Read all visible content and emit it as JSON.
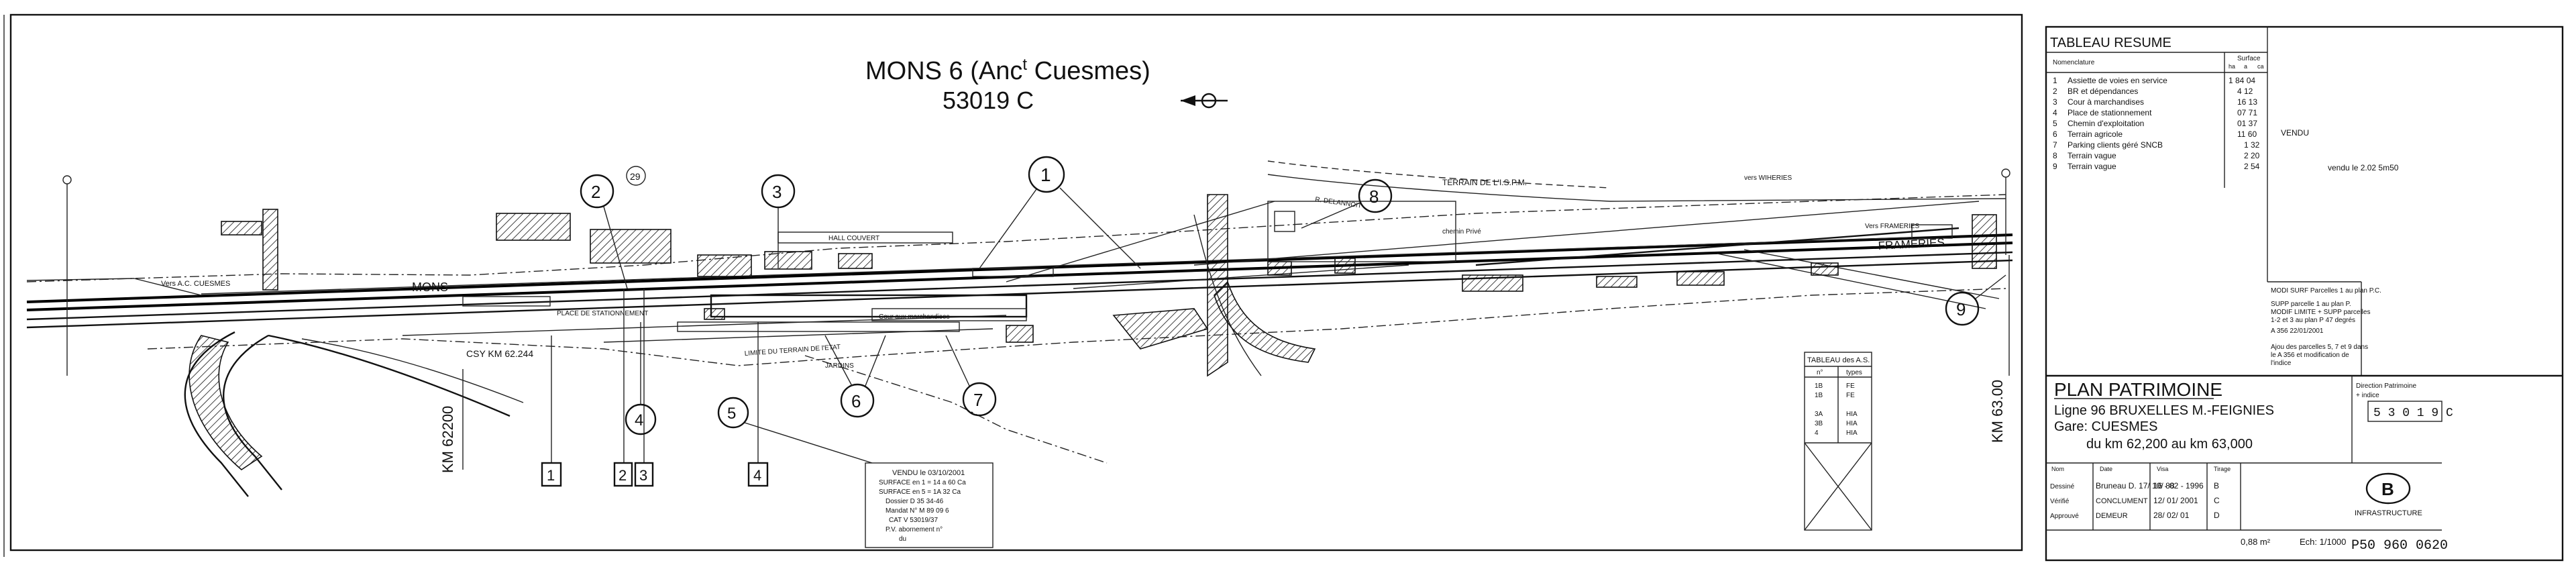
{
  "title": {
    "line1": "MONS 6 (Anc",
    "sup": "t",
    "line1_end": " Cuesmes)",
    "line2": "53019 C"
  },
  "callouts": [
    "1",
    "2",
    "3",
    "4",
    "5",
    "6",
    "7",
    "8",
    "9"
  ],
  "boxed_markers": [
    "1",
    "2",
    "3",
    "4"
  ],
  "circle_small": "29",
  "km_labels": {
    "left": "KM 62200",
    "right": "KM 63.00"
  },
  "map_labels": {
    "mons": "MONS",
    "frameries": "FRAMERIES",
    "terrain_ispm": "TERRAIN DE L'I.S.P.M.",
    "vers_cuesmes": "Vers A.C. CUESMES",
    "cour_marchandises": "Cour aux marchandises",
    "place_stationnement": "PLACE DE STATIONNEMENT",
    "limite_terrain": "LIMITE DU TERRAIN DE l'ETAT",
    "jardins": "JARDINS",
    "csy": "CSY KM 62.244",
    "vers_wasmes": "vers WIHERIES",
    "hall": "HALL COUVERT",
    "delannoit": "R. DELANNOIT",
    "chemin_prive": "chemin Privé",
    "vers_frameries": "Vers FRAMERIES"
  },
  "tableau_as": {
    "title": "TABLEAU des A.S.",
    "headers": [
      "n°",
      "types"
    ],
    "rows": [
      [
        "1B",
        "FE"
      ],
      [
        "1B",
        "FE"
      ],
      [
        "3A",
        "HIA"
      ],
      [
        "3B",
        "HIA"
      ],
      [
        "4",
        "HIA"
      ]
    ]
  },
  "sale_note": {
    "lines": [
      "VENDU le 03/10/2001",
      "SURFACE en 1 = 14 a 60 Ca",
      "SURFACE en 5 = 1A 32 Ca",
      "Dossier  D 35 34-46",
      "Mandat N°  M 89 09 6",
      "CAT V  53019/37",
      "P.V. abornement n°",
      "du"
    ]
  },
  "tableau_resume": {
    "title": "TABLEAU RESUME",
    "header_left": "Nomenclature",
    "header_right": "Surface",
    "sub_headers": [
      "ha",
      "a",
      "ca"
    ],
    "rows": [
      {
        "n": "1",
        "label": "Assiette de voies en service",
        "v": "1  84  04"
      },
      {
        "n": "2",
        "label": "BR et dépendances",
        "v": "4  12"
      },
      {
        "n": "3",
        "label": "Cour à marchandises",
        "v": "16  13"
      },
      {
        "n": "4",
        "label": "Place de stationnement",
        "v": "07  71"
      },
      {
        "n": "5",
        "label": "Chemin d'exploitation",
        "v": "01  37"
      },
      {
        "n": "6",
        "label": "Terrain agricole",
        "v": "11  60"
      },
      {
        "n": "7",
        "label": "Parking clients géré SNCB",
        "v": "1  32"
      },
      {
        "n": "8",
        "label": "Terrain vague",
        "v": "2  20"
      },
      {
        "n": "9",
        "label": "Terrain vague",
        "v": "2  54"
      }
    ],
    "side_notes": [
      "VENDU",
      "vendu le 2.02  5m50"
    ]
  },
  "revisions": {
    "lines": [
      "MODI SURF Parcelles 1 au plan P.C.",
      "SUPP parcelle 1 au plan P.",
      "MODIF LIMITE + SUPP parcelles",
      "1-2 et 3 au plan P 47 degrés",
      "A 356    22/01/2001",
      "Ajou des parcelles 5, 7 et 9 dans",
      "le A 356 et modification de",
      "l'indice"
    ]
  },
  "title_block": {
    "plan": "PLAN PATRIMOINE",
    "ligne": "Ligne 96 BRUXELLES M.-FEIGNIES",
    "gare": "Gare: CUESMES",
    "km": "du km 62,200 au km 63,000",
    "direction": "Direction Patrimoine",
    "indice_label": "+ indice",
    "plan_code": "5 3 0 1 9 C",
    "table_headers": [
      "Nom",
      "Date",
      "Visa",
      "Tirage"
    ],
    "table_rows": [
      [
        "Dessiné",
        "Bruneau  D. 17/ 10/ 88",
        "16 - 02 - 1996",
        "B"
      ],
      [
        "Vérifié",
        "CONCLUMENT",
        "12/ 01/ 2001",
        "C"
      ],
      [
        "Approuvé",
        "DEMEUR",
        "28/ 02/ 01",
        "D"
      ]
    ],
    "logo_letter": "B",
    "logo_text": "INFRASTRUCTURE",
    "format": "0,88 m²",
    "scale": "Ech: 1/1000",
    "sheet": "P50 960 0620"
  },
  "colors": {
    "ink": "#111111",
    "paper": "#ffffff"
  }
}
